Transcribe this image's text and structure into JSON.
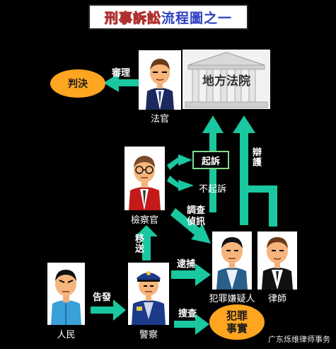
{
  "title": {
    "part_a": "刑事訴訟",
    "part_b": "流程圖之一"
  },
  "nodes": {
    "judgment": "判決",
    "court": "地方法院",
    "judge": "法官",
    "prosecutor": "檢察官",
    "suspect": "犯罪嫌疑人",
    "lawyer": "律師",
    "people": "人民",
    "police": "警察",
    "crime_facts": "犯罪\n事實"
  },
  "edges": {
    "trial": "審理",
    "indict": "起訴",
    "no_indict": "不起訴",
    "defense": "辯護",
    "investigate": "調查偵訊",
    "transfer": "移送",
    "arrest": "逮捕",
    "report": "告發",
    "search": "搜查"
  },
  "watermark": "广东烁维律师事务",
  "colors": {
    "arrow": "#19c7a0",
    "oval": "#ffa520",
    "background": "#000000"
  }
}
